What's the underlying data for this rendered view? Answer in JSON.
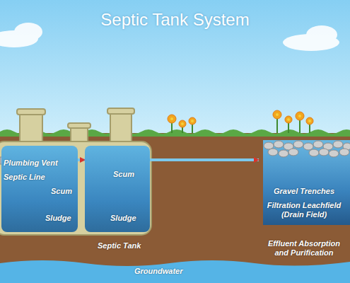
{
  "diagram": {
    "title": "Septic Tank System",
    "nodes": [
      {
        "text": [
          "Septic Tank"
        ]
      },
      {
        "text": [
          "Plumbing Vent",
          "Septic Line",
          "Scum",
          "Sludge"
        ],
        "in": 0
      },
      {
        "text": [
          "Scum",
          "Sludge"
        ],
        "in": 0
      },
      {
        "text": [
          "Gravel Trenches",
          "Filtration Leachfield (Drain Field)",
          "Effluent Absorption and Purification"
        ]
      }
    ],
    "edges": [
      {
        "from": 1,
        "to": 2,
        "arrow": "to"
      },
      {
        "from": 2,
        "to": 3,
        "arrow": "to"
      }
    ],
    "labels": [
      "Groundwater"
    ]
  }
}
